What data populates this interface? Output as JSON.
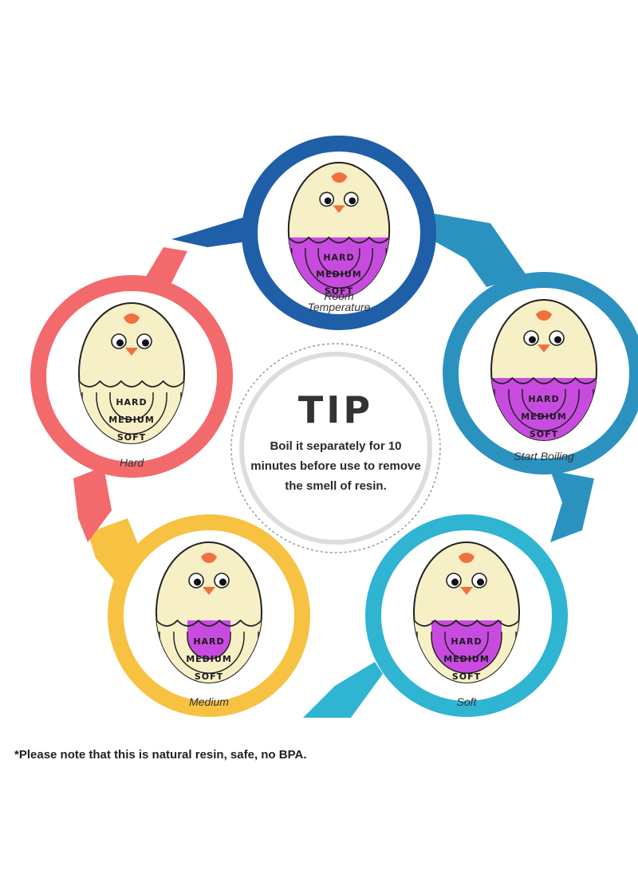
{
  "tip": {
    "title": "TIP",
    "lines": [
      "Boil it separately for 10",
      "minutes before use to remove",
      "the smell of resin."
    ]
  },
  "stages": [
    {
      "label_lines": [
        "Room",
        "Temperature"
      ],
      "ring_color": "#1e5fa8",
      "fill_level": "full",
      "fill_color": "#c84be0"
    },
    {
      "label_lines": [
        "Start Boiling"
      ],
      "ring_color": "#2b92c0",
      "fill_level": "full",
      "fill_color": "#c84be0"
    },
    {
      "label_lines": [
        "Soft"
      ],
      "ring_color": "#2fb4d2",
      "fill_level": "medium",
      "fill_color": "#c84be0"
    },
    {
      "label_lines": [
        "Medium"
      ],
      "ring_color": "#f7c242",
      "fill_level": "hard",
      "fill_color": "#c84be0"
    },
    {
      "label_lines": [
        "Hard"
      ],
      "ring_color": "#f26a6c",
      "fill_level": "none",
      "fill_color": "#c84be0"
    }
  ],
  "egg_scale": [
    "HARD",
    "MEDIUM",
    "SOFT"
  ],
  "colors": {
    "egg_shell": "#f7efc6",
    "egg_outline": "#222222",
    "comb": "#f07040",
    "beak": "#f07040"
  },
  "note": "*Please note that this is natural resin, safe, no BPA."
}
